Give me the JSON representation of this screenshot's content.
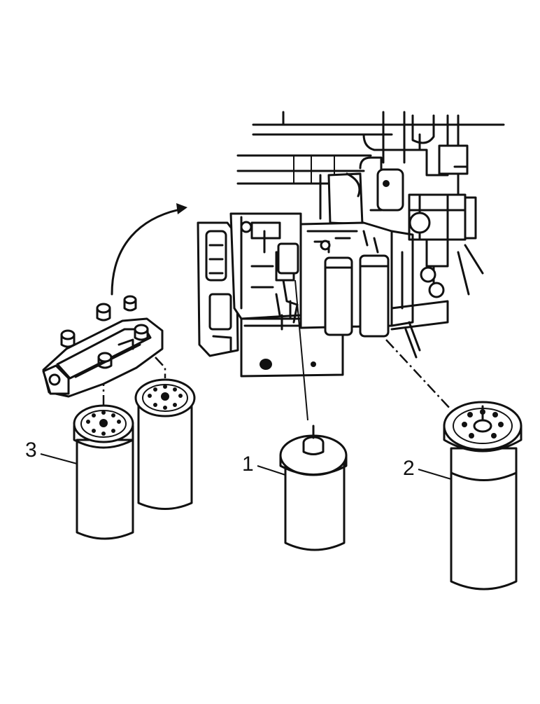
{
  "callouts": {
    "label_1": "1",
    "label_2": "2",
    "label_3": "3"
  },
  "colors": {
    "ink": "#111111",
    "paper": "#ffffff"
  }
}
